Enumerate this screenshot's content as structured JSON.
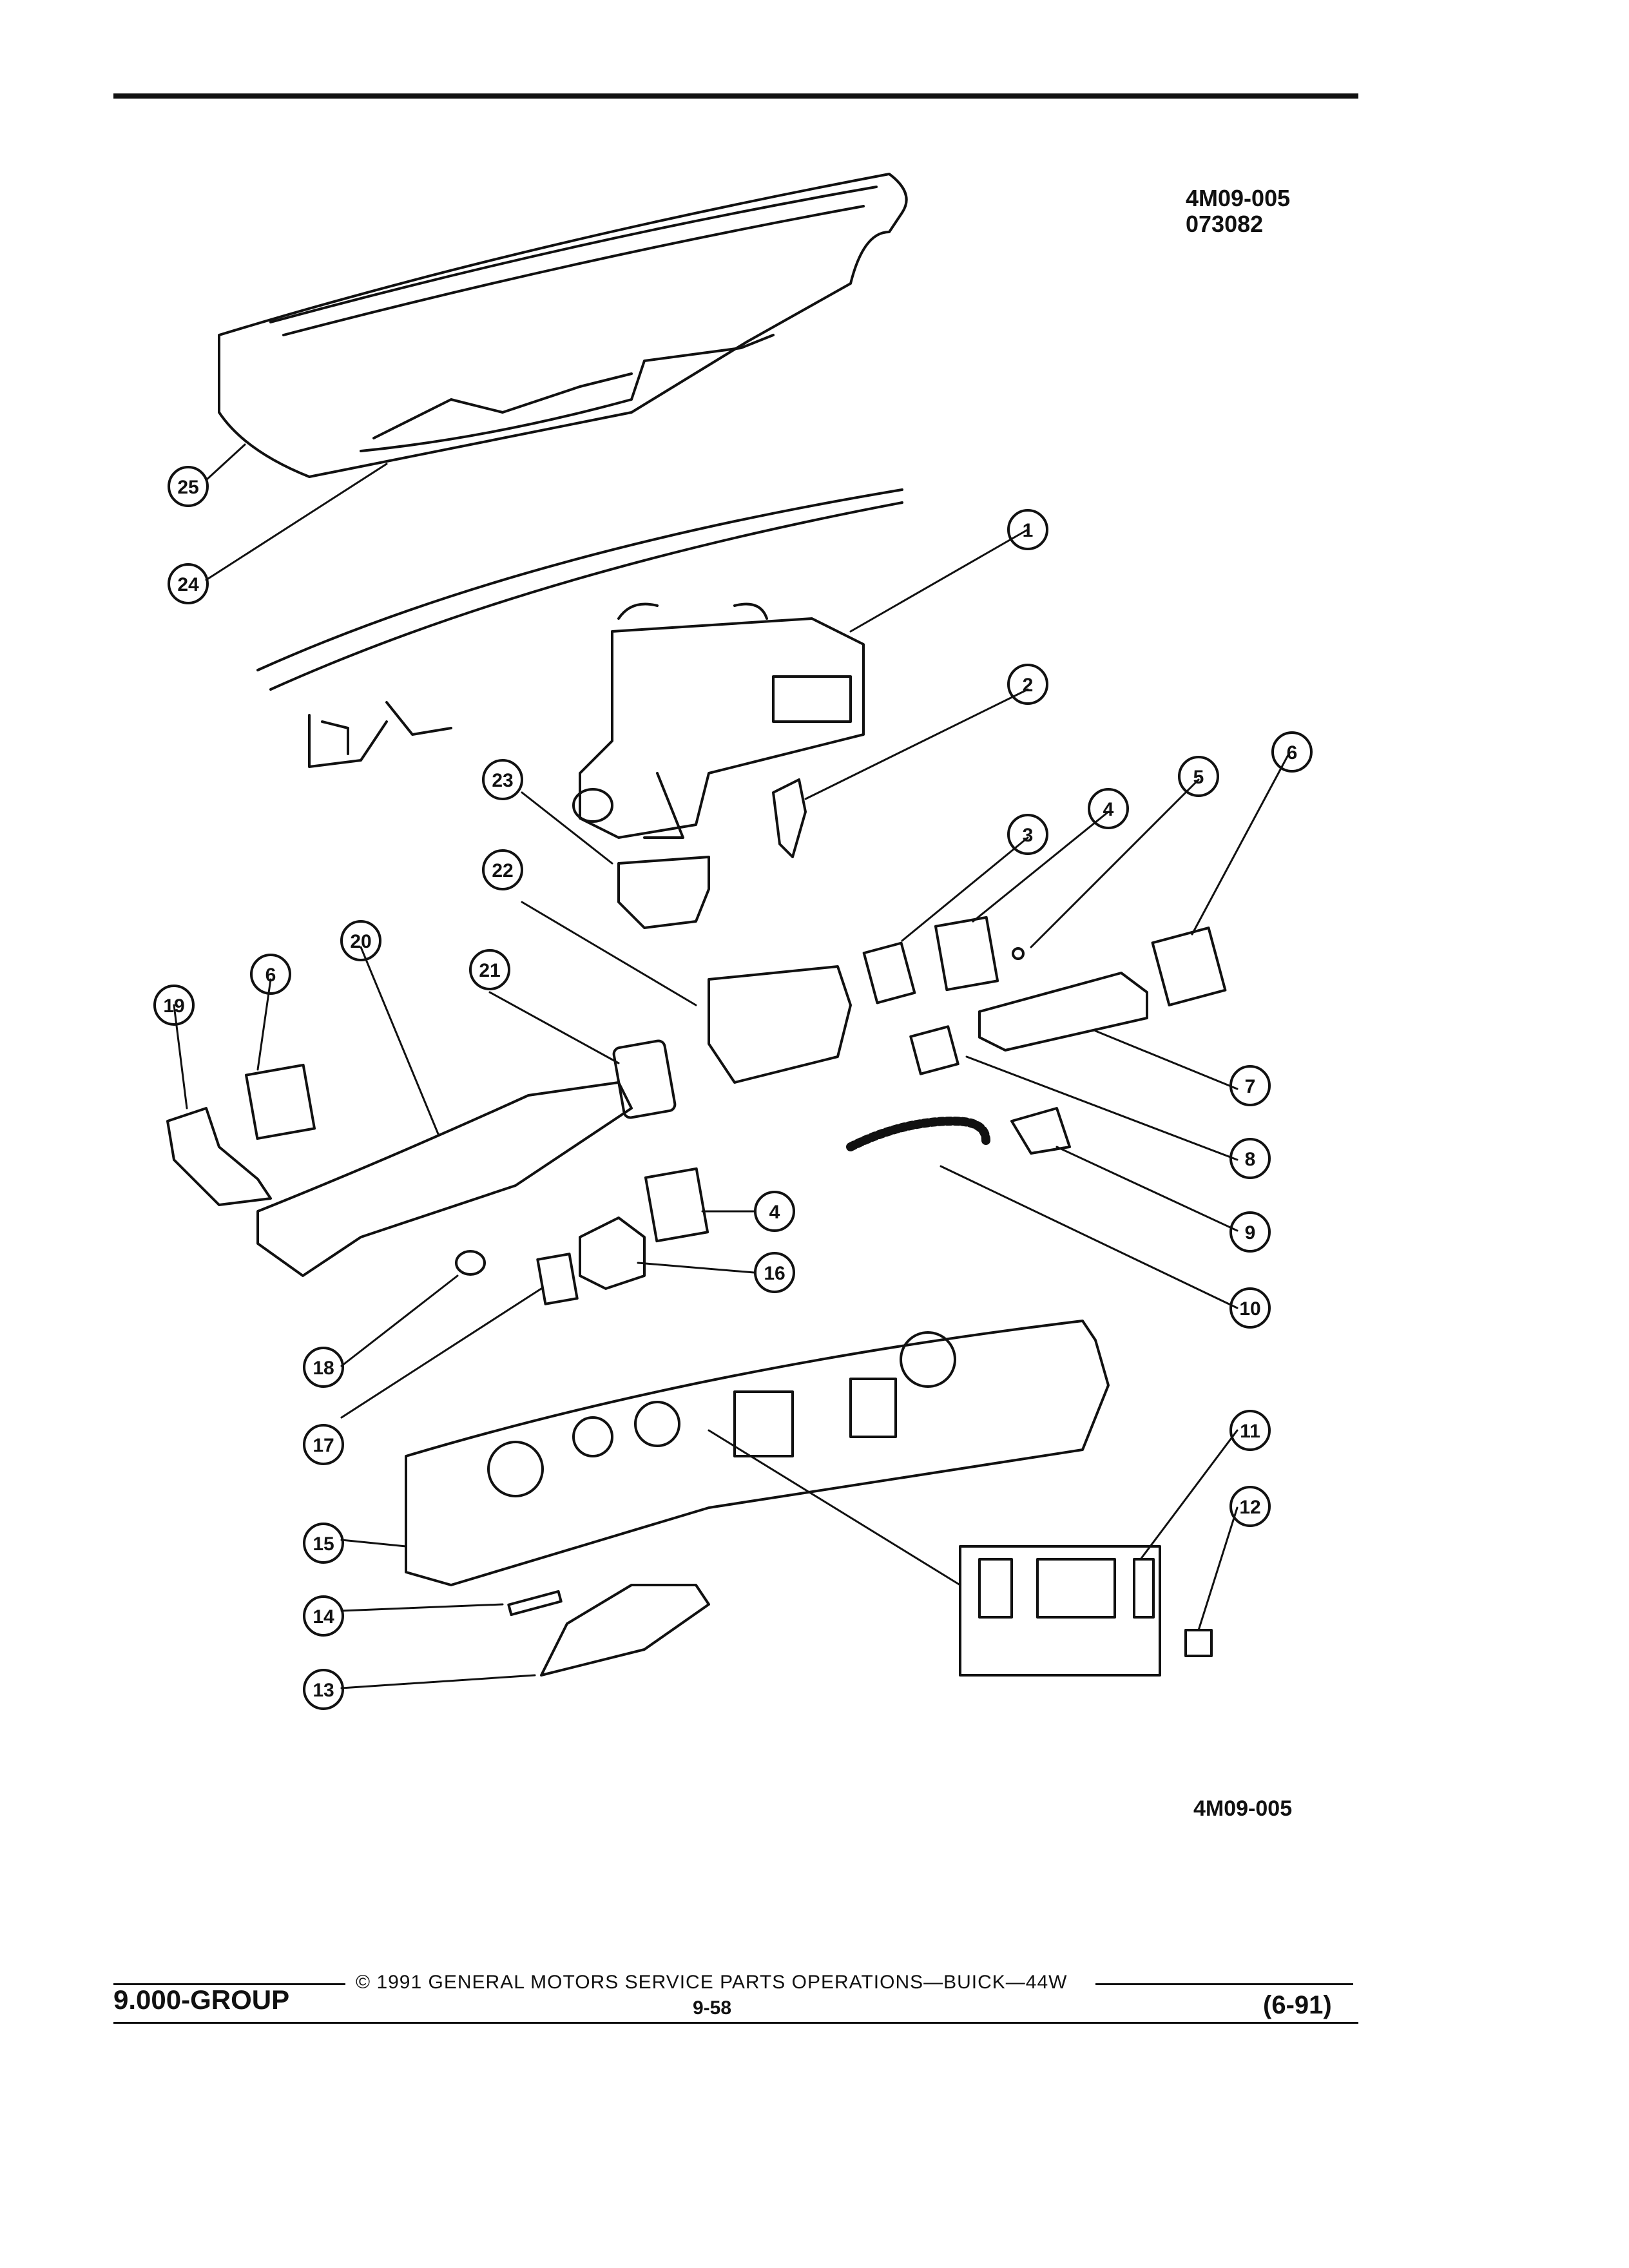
{
  "header": {
    "figure_code": "4M09-005",
    "figure_date": "073082"
  },
  "figure": {
    "reference": "4M09-005",
    "callouts": [
      "1",
      "2",
      "3",
      "4",
      "5",
      "6",
      "7",
      "8",
      "9",
      "10",
      "11",
      "12",
      "13",
      "14",
      "15",
      "16",
      "17",
      "18",
      "19",
      "20",
      "21",
      "22",
      "23",
      "24",
      "25"
    ]
  },
  "footer": {
    "group": "9.000-GROUP",
    "copyright": "© 1991 GENERAL MOTORS SERVICE PARTS OPERATIONS—BUICK—44W",
    "page": "9-58",
    "revision": "(6-91)"
  }
}
